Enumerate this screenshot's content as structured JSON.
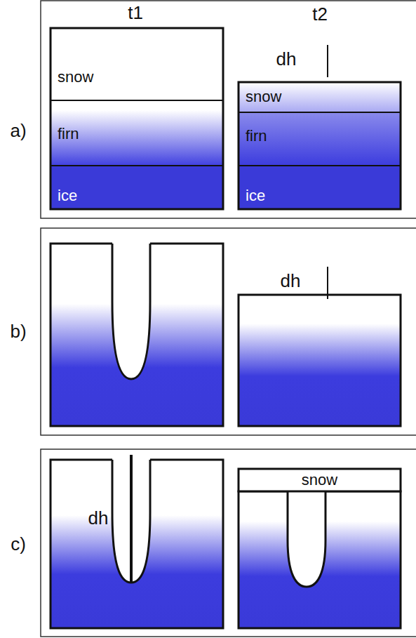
{
  "diagram": {
    "nodes": [
      {
        "text": [
          "snow"
        ]
      },
      {
        "text": [
          "firn"
        ]
      },
      {
        "text": [
          "ice"
        ]
      },
      {
        "text": [
          "snow"
        ]
      },
      {
        "text": [
          "firn"
        ]
      },
      {
        "text": [
          "ice"
        ]
      },
      {
        "text": [
          "snow"
        ]
      }
    ],
    "labels": [
      "t1",
      "t2",
      "a)",
      "dh",
      "b)",
      "dh",
      "c)",
      "dh"
    ]
  }
}
